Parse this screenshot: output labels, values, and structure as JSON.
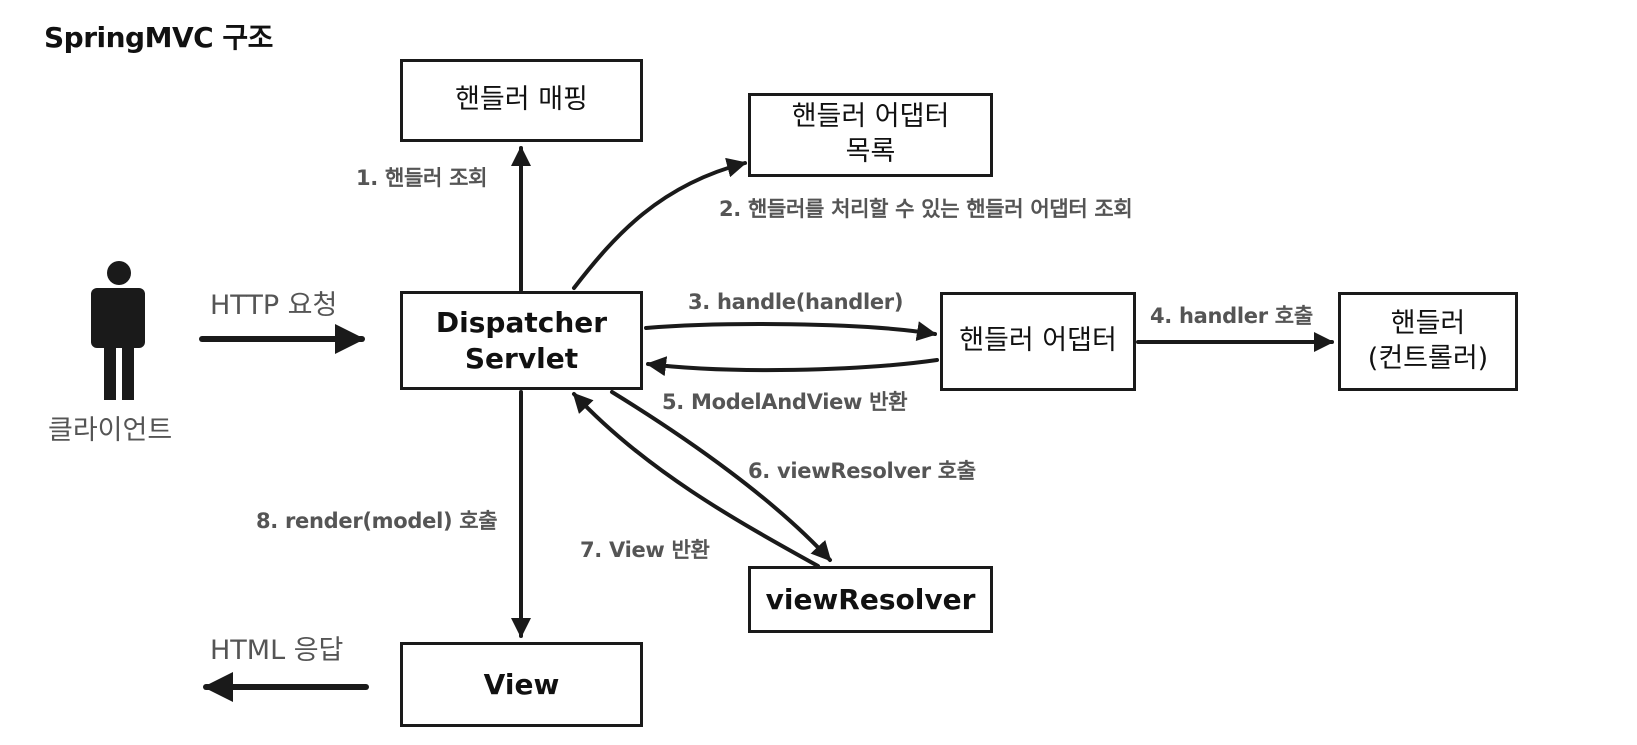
{
  "title": "SpringMVC 구조",
  "client": {
    "label": "클라이언트",
    "request_label": "HTTP 요청",
    "response_label": "HTML 응답"
  },
  "boxes": {
    "handler_mapping": "핸들러 매핑",
    "adapter_list_line1": "핸들러 어댑터",
    "adapter_list_line2": "목록",
    "dispatcher_line1": "Dispatcher",
    "dispatcher_line2": "Servlet",
    "handler_adapter": "핸들러 어댑터",
    "handler_line1": "핸들러",
    "handler_line2": "(컨트롤러)",
    "view_resolver": "viewResolver",
    "view": "View"
  },
  "steps": [
    "1. 핸들러 조회",
    "2. 핸들러를 처리할 수 있는 핸들러 어댑터 조회",
    "3. handle(handler)",
    "4. handler 호출",
    "5. ModelAndView 반환",
    "6. viewResolver 호출",
    "7. View 반환",
    "8. render(model) 호출"
  ],
  "colors": {
    "line": "#1a1a1a",
    "label_text": "#555555",
    "box_border": "#1a1a1a"
  }
}
